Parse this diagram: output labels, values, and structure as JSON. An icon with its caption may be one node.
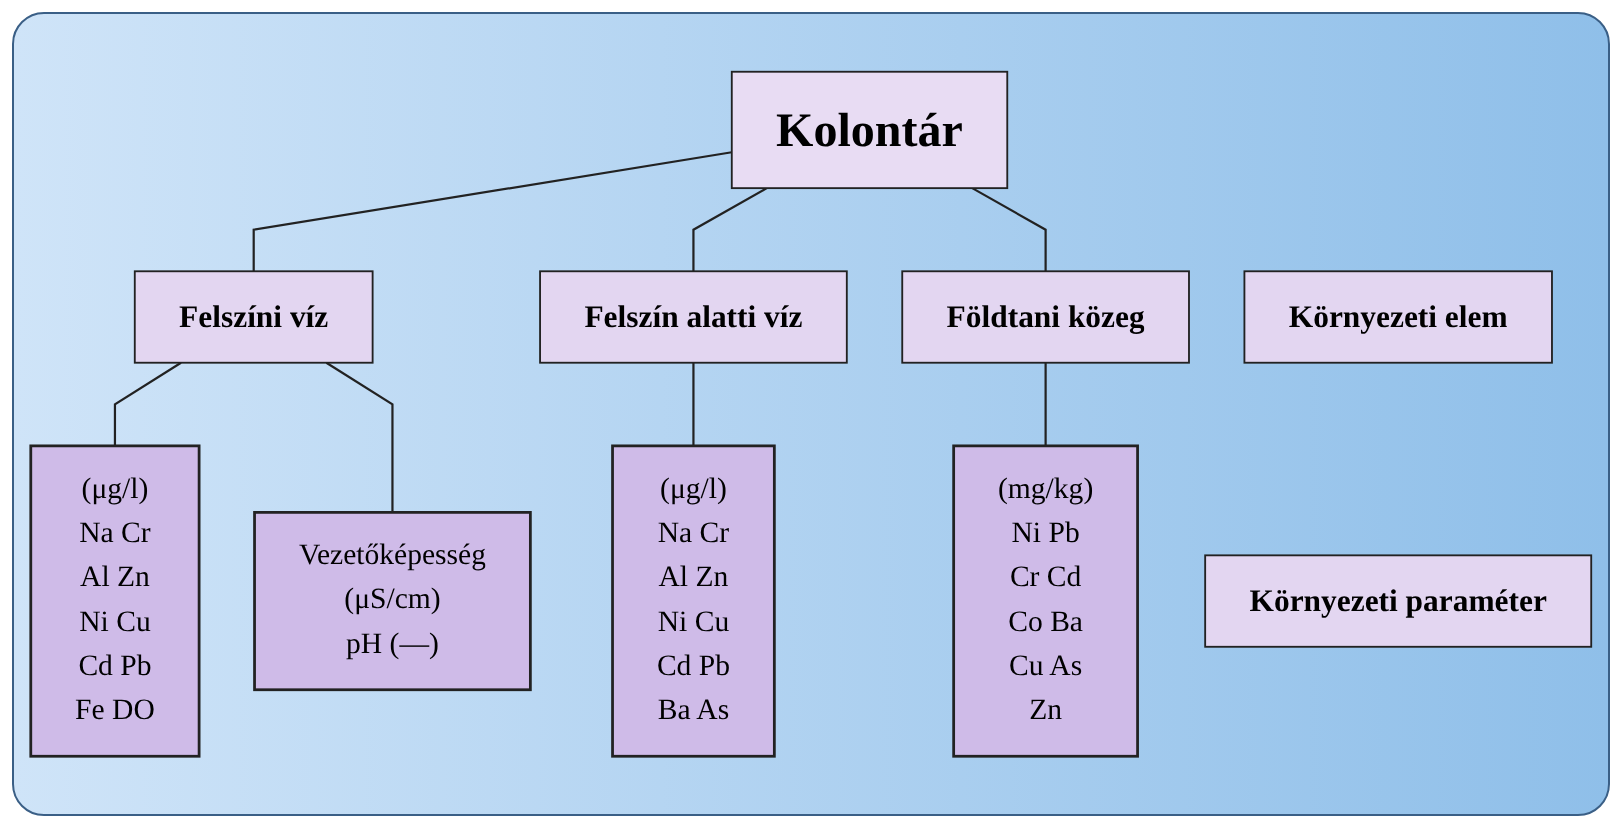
{
  "diagram": {
    "nodes": [
      {
        "text": [
          "Kolontár"
        ]
      },
      {
        "text": [
          "Környezeti elem"
        ]
      },
      {
        "text": [
          "Felszíni víz"
        ]
      },
      {
        "text": [
          "Felszín alatti víz"
        ]
      },
      {
        "text": [
          "Földtani közeg"
        ]
      },
      {
        "text": [
          "Környezeti paraméter"
        ]
      },
      {
        "text": [
          "(μg/l)",
          "Na Cr",
          "Al Zn",
          "Ni Cu",
          "Cd Pb",
          "Fe DO"
        ]
      },
      {
        "text": [
          "Vezetőképesség",
          "(μS/cm)",
          "pH (—)"
        ]
      },
      {
        "text": [
          "(μg/l)",
          "Na Cr",
          "Al Zn",
          "Ni Cu",
          "Cd Pb",
          "Ba As"
        ]
      },
      {
        "text": [
          "(mg/kg)",
          "Ni Pb",
          "Cr Cd",
          "Co Ba",
          "Cu As",
          "Zn"
        ]
      }
    ],
    "edges": [
      {
        "from": 0,
        "to": 2,
        "arrow": "none"
      },
      {
        "from": 0,
        "to": 3,
        "arrow": "none"
      },
      {
        "from": 0,
        "to": 4,
        "arrow": "none"
      },
      {
        "from": 2,
        "to": 6,
        "arrow": "none"
      },
      {
        "from": 2,
        "to": 7,
        "arrow": "none"
      },
      {
        "from": 3,
        "to": 8,
        "arrow": "none"
      },
      {
        "from": 4,
        "to": 9,
        "arrow": "none"
      }
    ]
  }
}
